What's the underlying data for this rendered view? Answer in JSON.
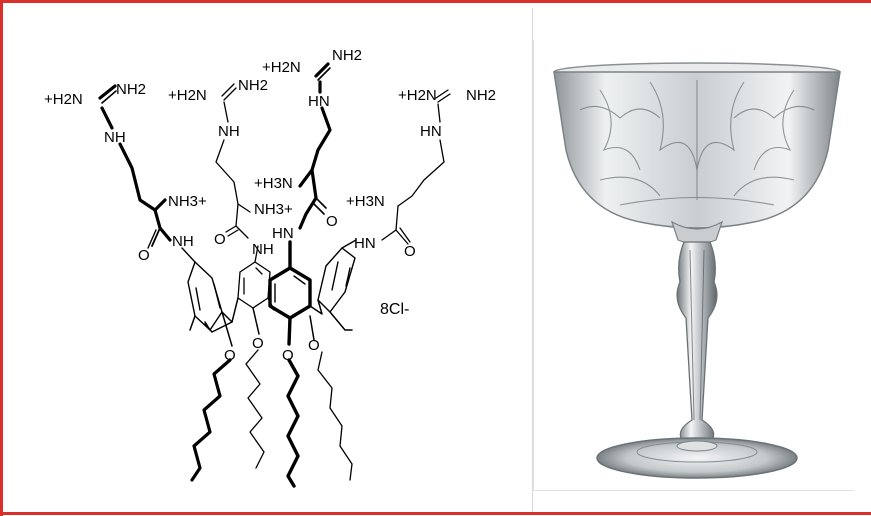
{
  "colors": {
    "frame": "#d9302a",
    "ink": "#000000",
    "glass": "#b9bfc3"
  },
  "molecule": {
    "groups": {
      "guan1_cation": "+H2N",
      "guan1_nh2": "NH2",
      "guan1_nh": "NH",
      "guan2_cation": "+H2N",
      "guan2_nh2": "NH2",
      "guan2_nh": "NH",
      "guan3_cation": "+H2N",
      "guan3_nh2": "NH2",
      "guan3_nh": "HN",
      "guan4_cation": "+H2N",
      "guan4_nh2": "NH2",
      "guan4_nh": "HN",
      "amine1": "NH3+",
      "amine2": "NH3+",
      "amine3": "+H3N",
      "amine4": "+H3N",
      "amide1_o": "O",
      "amide1_nh": "NH",
      "amide2_o": "O",
      "amide2_nh": "NH",
      "amide3_o": "O",
      "amide3_nh": "HN",
      "amide4_o": "O",
      "amide4_nh": "HN",
      "ether1": "O",
      "ether2": "O",
      "ether3": "O",
      "ether4": "O"
    },
    "counterion": "8Cl-"
  },
  "photo": {
    "icon": "coupe-glass-icon"
  }
}
